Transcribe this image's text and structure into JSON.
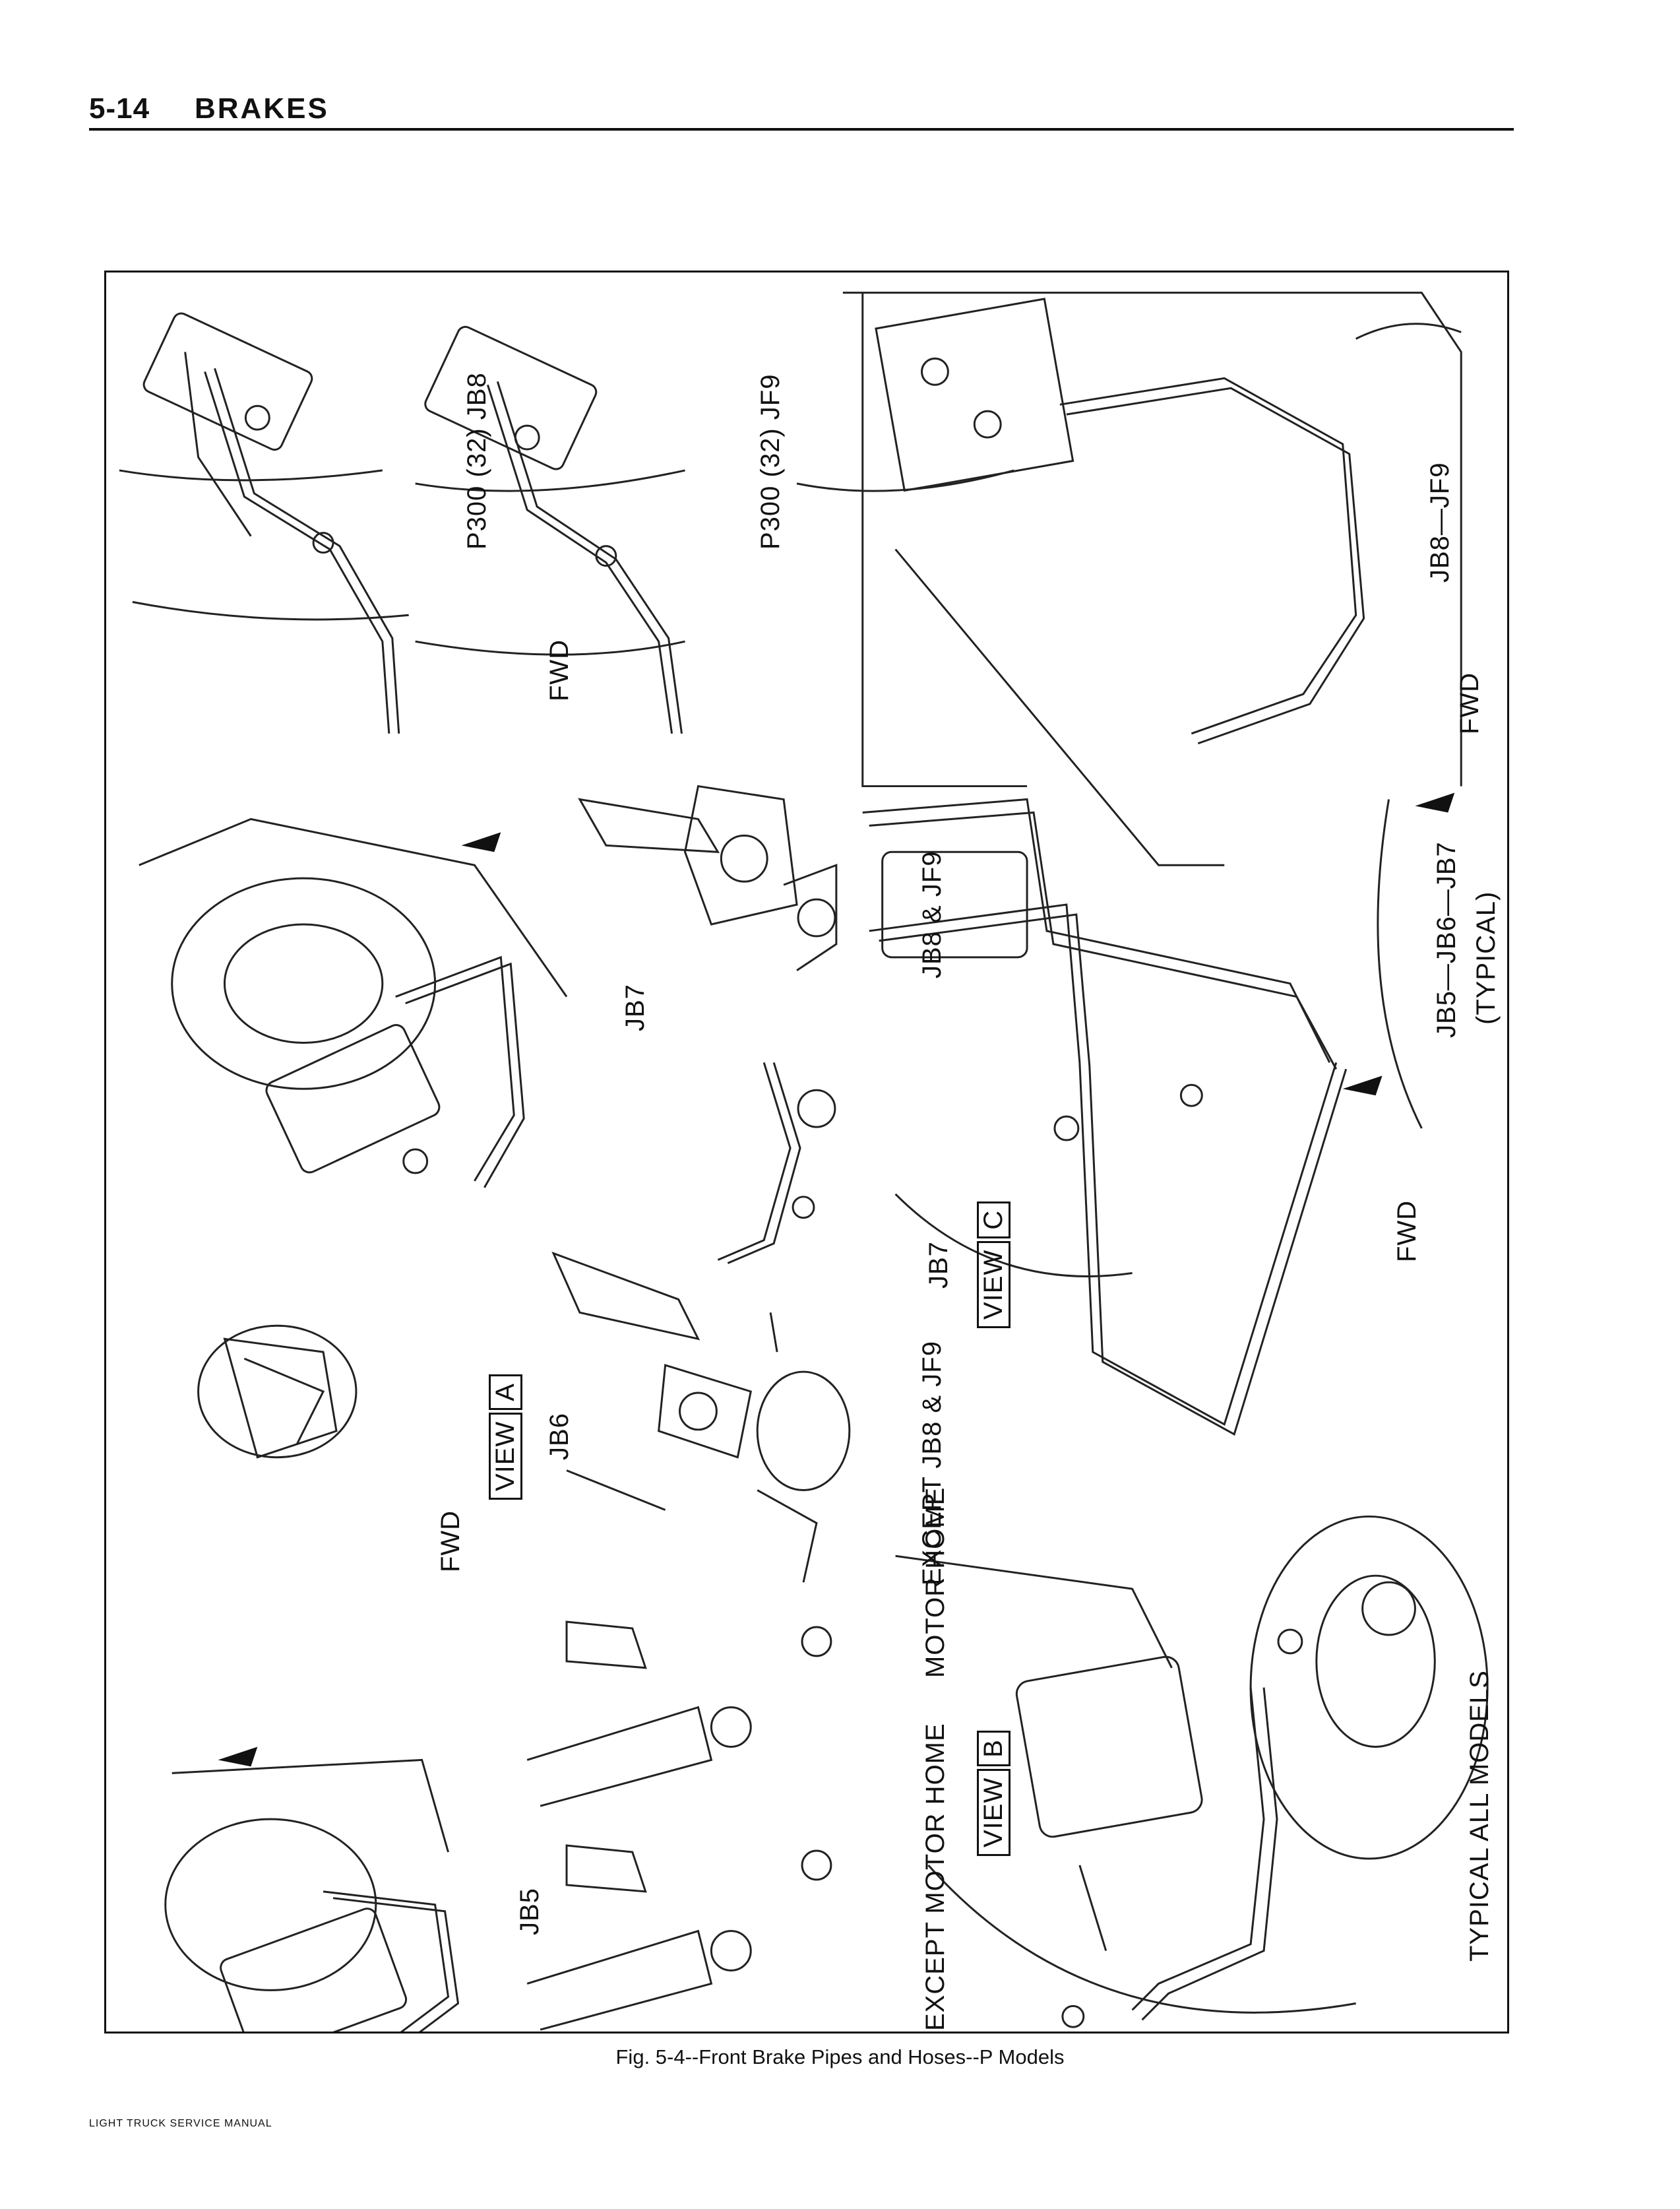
{
  "header": {
    "page_number": "5-14",
    "section": "BRAKES"
  },
  "figure": {
    "labels": {
      "p300_jb8": "P300 (32)  JB8",
      "p300_jf9": "P300 (32)  JF9",
      "fwd": "FWD",
      "jb8_jf9_dash": "JB8—JF9",
      "jb7": "JB7",
      "jb8_and_jf9": "JB8 & JF9",
      "jb5_jb6_jb7": "JB5—JB6—JB7",
      "typical": "(TYPICAL)",
      "view": "VIEW",
      "letter_a": "A",
      "letter_b": "B",
      "letter_c": "C",
      "jb6": "JB6",
      "except_jb8_jf9": "EXCEPT JB8 & JF9",
      "except_motor_home": "EXCEPT MOTOR HOME",
      "motor_home": "MOTOR HOME",
      "jb5": "JB5",
      "typical_all_models": "TYPICAL ALL MODELS"
    }
  },
  "caption": "Fig. 5-4--Front Brake Pipes and Hoses--P Models",
  "footer": "LIGHT TRUCK SERVICE MANUAL"
}
